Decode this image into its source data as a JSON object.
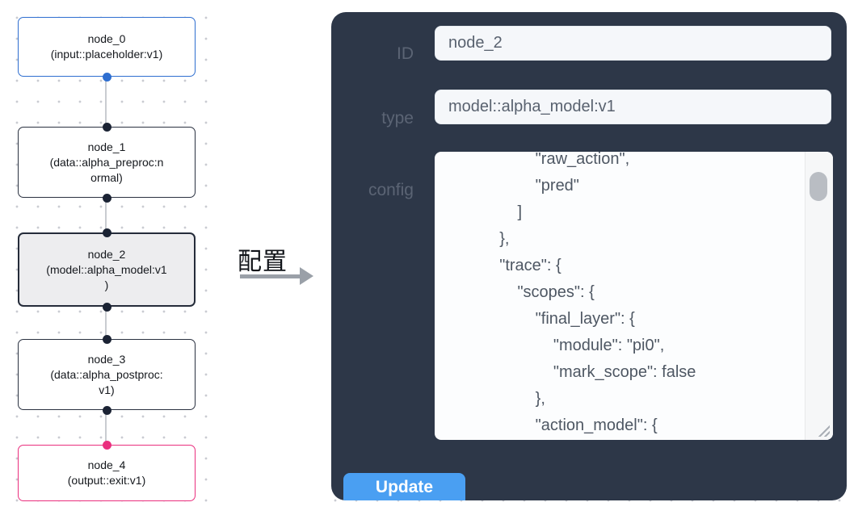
{
  "canvas": {
    "nodes": [
      {
        "id": "node_0",
        "lines": [
          "node_0",
          "(input::placeholder:v1)"
        ]
      },
      {
        "id": "node_1",
        "lines": [
          "node_1",
          "(data::alpha_preproc:n",
          "ormal)"
        ]
      },
      {
        "id": "node_2",
        "lines": [
          "node_2",
          "(model::alpha_model:v1",
          ")"
        ]
      },
      {
        "id": "node_3",
        "lines": [
          "node_3",
          "(data::alpha_postproc:",
          "v1)"
        ]
      },
      {
        "id": "node_4",
        "lines": [
          "node_4",
          "(output::exit:v1)"
        ]
      }
    ]
  },
  "transition": {
    "label": "配置"
  },
  "panel": {
    "id_label": "ID",
    "id_value": "node_2",
    "type_label": "type",
    "type_value": "model::alpha_model:v1",
    "config_label": "config",
    "config_lines": [
      "            \"raw_action\",",
      "            \"pred\"",
      "        ]",
      "    },",
      "    \"trace\": {",
      "        \"scopes\": {",
      "            \"final_layer\": {",
      "                \"module\": \"pi0\",",
      "                \"mark_scope\": false",
      "            },",
      "            \"action_model\": {"
    ],
    "update_label": "Update"
  },
  "colors": {
    "panel_bg": "#2d3748",
    "button_blue": "#4a9ff2",
    "node_input_border": "#2e6ed0",
    "node_output_border": "#ea2f7e",
    "node_default_border": "#2a3140",
    "node_selected_bg": "#ededef",
    "edge_gray": "#c9ccd1"
  }
}
